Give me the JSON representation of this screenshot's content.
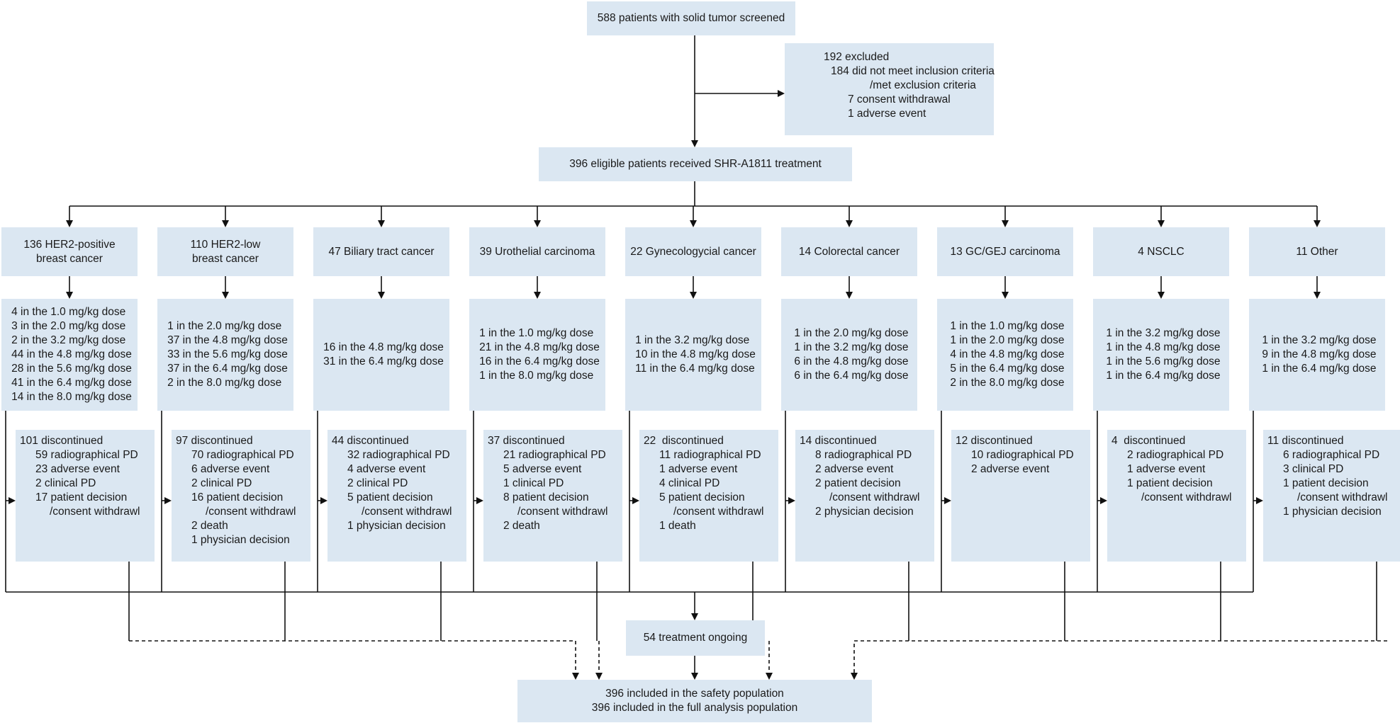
{
  "screened": "588 patients with solid tumor screened",
  "excluded": {
    "lines": [
      "192 excluded",
      "184 did not meet inclusion criteria",
      "/met exclusion criteria",
      "7 consent withdrawal",
      "1 adverse event"
    ]
  },
  "eligible": "396 eligible patients received SHR-A1811 treatment",
  "groups": [
    {
      "title": [
        "136 HER2-positive",
        "breast cancer"
      ],
      "doses": [
        "4 in the 1.0 mg/kg dose",
        "3 in the 2.0 mg/kg dose",
        "2 in the 3.2 mg/kg dose",
        "44 in the 4.8 mg/kg dose",
        "28 in the 5.6 mg/kg dose",
        "41 in the 6.4 mg/kg dose",
        "14 in the 8.0 mg/kg dose"
      ],
      "disc_head": "101 discontinued",
      "disc": [
        "59 radiographical PD",
        "23 adverse event",
        "2 clinical PD",
        "17 patient decision",
        "/consent withdrawl"
      ]
    },
    {
      "title": [
        "110 HER2-low",
        "breast cancer"
      ],
      "doses": [
        "1 in the 2.0 mg/kg dose",
        "37 in the 4.8 mg/kg dose",
        "33 in the 5.6 mg/kg dose",
        "37 in the 6.4 mg/kg dose",
        "2 in the 8.0 mg/kg dose"
      ],
      "disc_head": "97 discontinued",
      "disc": [
        "70 radiographical PD",
        "6 adverse event",
        "2 clinical PD",
        "16 patient decision",
        "/consent withdrawl",
        "2 death",
        "1 physician decision"
      ]
    },
    {
      "title": [
        "47 Biliary tract cancer"
      ],
      "doses": [
        "16 in the 4.8 mg/kg dose",
        "31 in the 6.4 mg/kg dose"
      ],
      "disc_head": "44 discontinued",
      "disc": [
        "32 radiographical PD",
        "4 adverse event",
        "2 clinical PD",
        "5 patient decision",
        "/consent withdrawl",
        "1 physician decision"
      ]
    },
    {
      "title": [
        "39 Urothelial carcinoma"
      ],
      "doses": [
        "1 in the 1.0 mg/kg dose",
        "21 in the 4.8 mg/kg dose",
        "16 in the 6.4 mg/kg dose",
        "1 in the 8.0 mg/kg dose"
      ],
      "disc_head": "37 discontinued",
      "disc": [
        "21 radiographical PD",
        "5 adverse event",
        "1 clinical PD",
        "8 patient decision",
        "/consent withdrawl",
        "2 death"
      ]
    },
    {
      "title": [
        "22 Gynecologycial cancer"
      ],
      "doses": [
        "1 in the 3.2 mg/kg dose",
        "10 in the 4.8 mg/kg dose",
        "11 in the 6.4 mg/kg dose"
      ],
      "disc_head": "22  discontinued",
      "disc": [
        "11 radiographical PD",
        "1 adverse event",
        "4 clinical PD",
        "5 patient decision",
        "/consent withdrawl",
        "1 death"
      ]
    },
    {
      "title": [
        "14 Colorectal cancer"
      ],
      "doses": [
        "1 in the 2.0 mg/kg dose",
        "1 in the 3.2 mg/kg dose",
        "6 in the 4.8 mg/kg dose",
        "6 in the 6.4 mg/kg dose"
      ],
      "disc_head": "14 discontinued",
      "disc": [
        "8 radiographical PD",
        "2 adverse event",
        "2 patient decision",
        "/consent withdrawl",
        "2 physician decision"
      ]
    },
    {
      "title": [
        "13 GC/GEJ carcinoma"
      ],
      "doses": [
        "1 in the 1.0 mg/kg dose",
        "1 in the 2.0 mg/kg dose",
        "4 in the 4.8 mg/kg dose",
        "5 in the 6.4 mg/kg dose",
        "2 in the 8.0 mg/kg dose"
      ],
      "disc_head": "12 discontinued",
      "disc": [
        "10 radiographical PD",
        "2 adverse event"
      ]
    },
    {
      "title": [
        "4 NSCLC"
      ],
      "doses": [
        "1 in the 3.2 mg/kg dose",
        "1 in the 4.8 mg/kg dose",
        "1 in the 5.6 mg/kg dose",
        "1 in the 6.4 mg/kg dose"
      ],
      "disc_head": "4  discontinued",
      "disc": [
        "2 radiographical PD",
        "1 adverse event",
        "1 patient decision",
        "/consent withdrawl"
      ]
    },
    {
      "title": [
        "11 Other"
      ],
      "doses": [
        "1 in the 3.2 mg/kg dose",
        "9 in the 4.8 mg/kg dose",
        "1 in the 6.4 mg/kg dose"
      ],
      "disc_head": "11 discontinued",
      "disc": [
        "6 radiographical PD",
        "3 clinical PD",
        "1 patient decision",
        "/consent withdrawl",
        "1 physician decision"
      ]
    }
  ],
  "ongoing": "54 treatment ongoing",
  "final": [
    "396 included in the safety population",
    "396 included in the full analysis population"
  ]
}
